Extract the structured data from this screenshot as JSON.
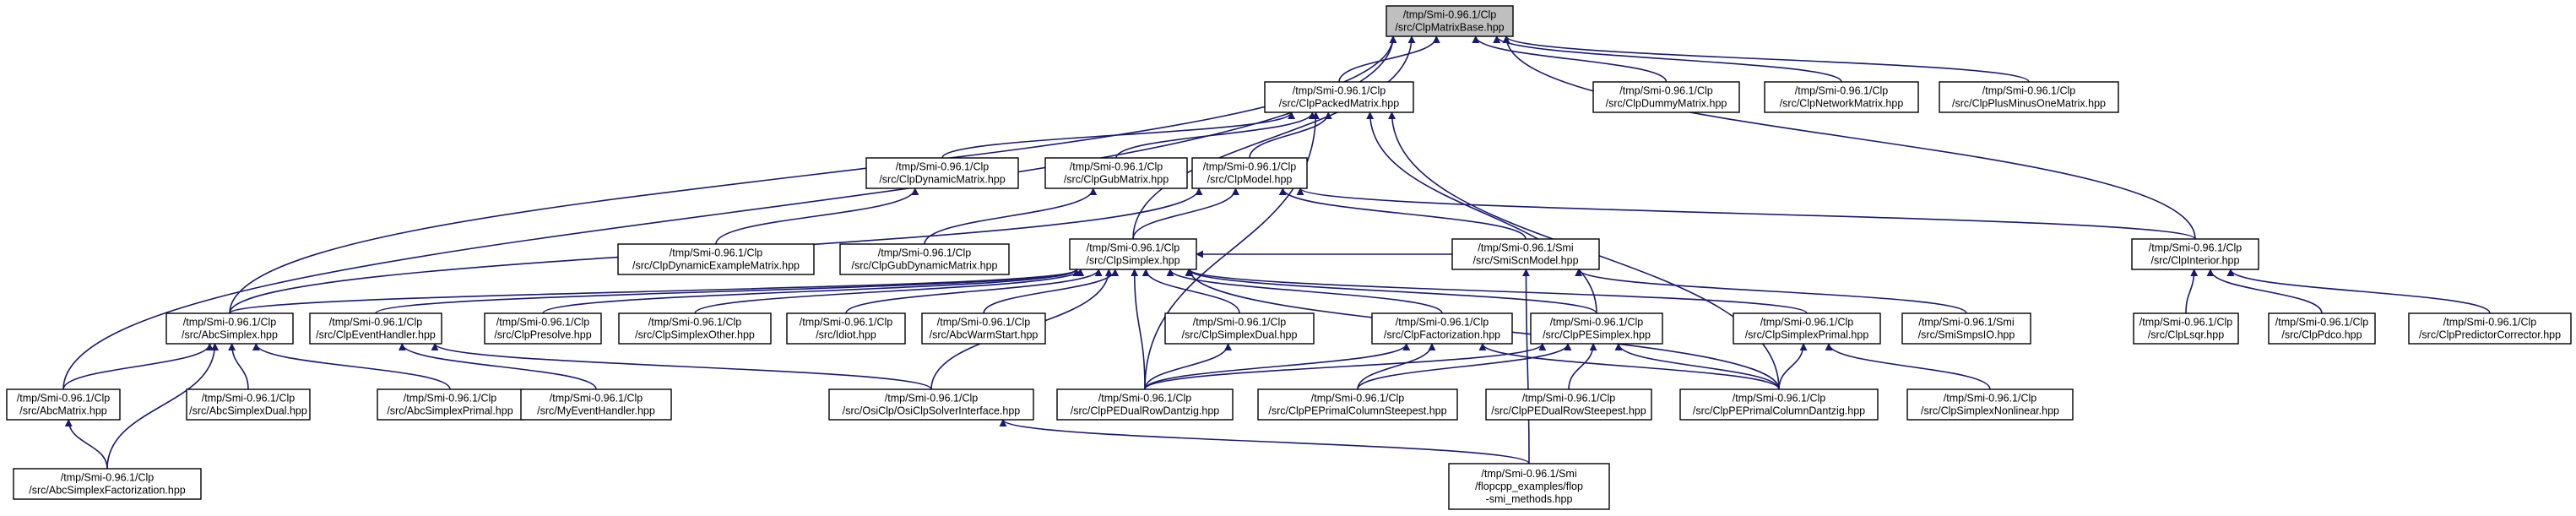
{
  "diagram": {
    "edge_color": "#191970",
    "root_fill": "#bfbfbf",
    "nodes": [
      {
        "id": "n0",
        "lines": [
          "/tmp/Smi-0.96.1/Clp",
          "/src/ClpMatrixBase.hpp"
        ],
        "root": true
      },
      {
        "id": "n1",
        "lines": [
          "/tmp/Smi-0.96.1/Clp",
          "/src/ClpPackedMatrix.hpp"
        ]
      },
      {
        "id": "n2",
        "lines": [
          "/tmp/Smi-0.96.1/Clp",
          "/src/ClpDummyMatrix.hpp"
        ]
      },
      {
        "id": "n3",
        "lines": [
          "/tmp/Smi-0.96.1/Clp",
          "/src/ClpNetworkMatrix.hpp"
        ]
      },
      {
        "id": "n4",
        "lines": [
          "/tmp/Smi-0.96.1/Clp",
          "/src/ClpPlusMinusOneMatrix.hpp"
        ]
      },
      {
        "id": "n5",
        "lines": [
          "/tmp/Smi-0.96.1/Clp",
          "/src/ClpDynamicMatrix.hpp"
        ]
      },
      {
        "id": "n6",
        "lines": [
          "/tmp/Smi-0.96.1/Clp",
          "/src/ClpGubMatrix.hpp"
        ]
      },
      {
        "id": "n7",
        "lines": [
          "/tmp/Smi-0.96.1/Clp",
          "/src/ClpModel.hpp"
        ]
      },
      {
        "id": "n8",
        "lines": [
          "/tmp/Smi-0.96.1/Clp",
          "/src/ClpDynamicExampleMatrix.hpp"
        ]
      },
      {
        "id": "n9",
        "lines": [
          "/tmp/Smi-0.96.1/Clp",
          "/src/ClpGubDynamicMatrix.hpp"
        ]
      },
      {
        "id": "n10",
        "lines": [
          "/tmp/Smi-0.96.1/Clp",
          "/src/ClpSimplex.hpp"
        ]
      },
      {
        "id": "n11",
        "lines": [
          "/tmp/Smi-0.96.1/Smi",
          "/src/SmiScnModel.hpp"
        ]
      },
      {
        "id": "n12",
        "lines": [
          "/tmp/Smi-0.96.1/Clp",
          "/src/ClpInterior.hpp"
        ]
      },
      {
        "id": "n13",
        "lines": [
          "/tmp/Smi-0.96.1/Clp",
          "/src/AbcSimplex.hpp"
        ]
      },
      {
        "id": "n14",
        "lines": [
          "/tmp/Smi-0.96.1/Clp",
          "/src/ClpEventHandler.hpp"
        ]
      },
      {
        "id": "n15",
        "lines": [
          "/tmp/Smi-0.96.1/Clp",
          "/src/ClpPresolve.hpp"
        ]
      },
      {
        "id": "n16",
        "lines": [
          "/tmp/Smi-0.96.1/Clp",
          "/src/ClpSimplexOther.hpp"
        ]
      },
      {
        "id": "n17",
        "lines": [
          "/tmp/Smi-0.96.1/Clp",
          "/src/Idiot.hpp"
        ]
      },
      {
        "id": "n18",
        "lines": [
          "/tmp/Smi-0.96.1/Clp",
          "/src/AbcWarmStart.hpp"
        ]
      },
      {
        "id": "n19",
        "lines": [
          "/tmp/Smi-0.96.1/Clp",
          "/src/ClpSimplexDual.hpp"
        ]
      },
      {
        "id": "n20",
        "lines": [
          "/tmp/Smi-0.96.1/Clp",
          "/src/ClpFactorization.hpp"
        ]
      },
      {
        "id": "n21",
        "lines": [
          "/tmp/Smi-0.96.1/Clp",
          "/src/ClpPESimplex.hpp"
        ]
      },
      {
        "id": "n22",
        "lines": [
          "/tmp/Smi-0.96.1/Clp",
          "/src/ClpSimplexPrimal.hpp"
        ]
      },
      {
        "id": "n23",
        "lines": [
          "/tmp/Smi-0.96.1/Smi",
          "/src/SmiSmpsIO.hpp"
        ]
      },
      {
        "id": "n24",
        "lines": [
          "/tmp/Smi-0.96.1/Clp",
          "/src/ClpLsqr.hpp"
        ]
      },
      {
        "id": "n25",
        "lines": [
          "/tmp/Smi-0.96.1/Clp",
          "/src/ClpPdco.hpp"
        ]
      },
      {
        "id": "n26",
        "lines": [
          "/tmp/Smi-0.96.1/Clp",
          "/src/ClpPredictorCorrector.hpp"
        ]
      },
      {
        "id": "n27",
        "lines": [
          "/tmp/Smi-0.96.1/Clp",
          "/src/AbcMatrix.hpp"
        ]
      },
      {
        "id": "n28",
        "lines": [
          "/tmp/Smi-0.96.1/Clp",
          "/src/AbcSimplexDual.hpp"
        ]
      },
      {
        "id": "n29",
        "lines": [
          "/tmp/Smi-0.96.1/Clp",
          "/src/AbcSimplexPrimal.hpp"
        ]
      },
      {
        "id": "n30",
        "lines": [
          "/tmp/Smi-0.96.1/Clp",
          "/src/MyEventHandler.hpp"
        ]
      },
      {
        "id": "n31",
        "lines": [
          "/tmp/Smi-0.96.1/Clp",
          "/src/OsiClp/OsiClpSolverInterface.hpp"
        ]
      },
      {
        "id": "n32",
        "lines": [
          "/tmp/Smi-0.96.1/Clp",
          "/src/ClpPEDualRowDantzig.hpp"
        ]
      },
      {
        "id": "n33",
        "lines": [
          "/tmp/Smi-0.96.1/Clp",
          "/src/ClpPEPrimalColumnSteepest.hpp"
        ]
      },
      {
        "id": "n34",
        "lines": [
          "/tmp/Smi-0.96.1/Clp",
          "/src/ClpPEDualRowSteepest.hpp"
        ]
      },
      {
        "id": "n35",
        "lines": [
          "/tmp/Smi-0.96.1/Clp",
          "/src/ClpPEPrimalColumnDantzig.hpp"
        ]
      },
      {
        "id": "n36",
        "lines": [
          "/tmp/Smi-0.96.1/Clp",
          "/src/ClpSimplexNonlinear.hpp"
        ]
      },
      {
        "id": "n37",
        "lines": [
          "/tmp/Smi-0.96.1/Clp",
          "/src/AbcSimplexFactorization.hpp"
        ]
      },
      {
        "id": "n38",
        "lines": [
          "/tmp/Smi-0.96.1/Smi",
          "/flopcpp_examples/flop",
          "-smi_methods.hpp"
        ]
      }
    ],
    "edges": [
      {
        "from": "n1",
        "to": "n0"
      },
      {
        "from": "n2",
        "to": "n0"
      },
      {
        "from": "n3",
        "to": "n0"
      },
      {
        "from": "n4",
        "to": "n0"
      },
      {
        "from": "n10",
        "to": "n0"
      },
      {
        "from": "n12",
        "to": "n0"
      },
      {
        "from": "n13",
        "to": "n0"
      },
      {
        "from": "n27",
        "to": "n0"
      },
      {
        "from": "n5",
        "to": "n1"
      },
      {
        "from": "n6",
        "to": "n1"
      },
      {
        "from": "n7",
        "to": "n1"
      },
      {
        "from": "n21",
        "to": "n1"
      },
      {
        "from": "n32",
        "to": "n1"
      },
      {
        "from": "n35",
        "to": "n1"
      },
      {
        "from": "n8",
        "to": "n5"
      },
      {
        "from": "n9",
        "to": "n6"
      },
      {
        "from": "n10",
        "to": "n7"
      },
      {
        "from": "n11",
        "to": "n7"
      },
      {
        "from": "n12",
        "to": "n7"
      },
      {
        "from": "n13",
        "to": "n7"
      },
      {
        "from": "n13",
        "to": "n10"
      },
      {
        "from": "n14",
        "to": "n10"
      },
      {
        "from": "n15",
        "to": "n10"
      },
      {
        "from": "n16",
        "to": "n10"
      },
      {
        "from": "n17",
        "to": "n10"
      },
      {
        "from": "n18",
        "to": "n10"
      },
      {
        "from": "n19",
        "to": "n10"
      },
      {
        "from": "n20",
        "to": "n10"
      },
      {
        "from": "n21",
        "to": "n10"
      },
      {
        "from": "n22",
        "to": "n10"
      },
      {
        "from": "n31",
        "to": "n10"
      },
      {
        "from": "n32",
        "to": "n10"
      },
      {
        "from": "n35",
        "to": "n10"
      },
      {
        "from": "n11",
        "to": "n10"
      },
      {
        "from": "n23",
        "to": "n11"
      },
      {
        "from": "n38",
        "to": "n11"
      },
      {
        "from": "n24",
        "to": "n12"
      },
      {
        "from": "n25",
        "to": "n12"
      },
      {
        "from": "n26",
        "to": "n12"
      },
      {
        "from": "n27",
        "to": "n13"
      },
      {
        "from": "n28",
        "to": "n13"
      },
      {
        "from": "n29",
        "to": "n13"
      },
      {
        "from": "n37",
        "to": "n13"
      },
      {
        "from": "n30",
        "to": "n14"
      },
      {
        "from": "n31",
        "to": "n14"
      },
      {
        "from": "n32",
        "to": "n19"
      },
      {
        "from": "n32",
        "to": "n20"
      },
      {
        "from": "n33",
        "to": "n20"
      },
      {
        "from": "n35",
        "to": "n20"
      },
      {
        "from": "n32",
        "to": "n21"
      },
      {
        "from": "n33",
        "to": "n21"
      },
      {
        "from": "n34",
        "to": "n21"
      },
      {
        "from": "n35",
        "to": "n21"
      },
      {
        "from": "n35",
        "to": "n22"
      },
      {
        "from": "n36",
        "to": "n22"
      },
      {
        "from": "n37",
        "to": "n27"
      },
      {
        "from": "n38",
        "to": "n31"
      }
    ]
  }
}
